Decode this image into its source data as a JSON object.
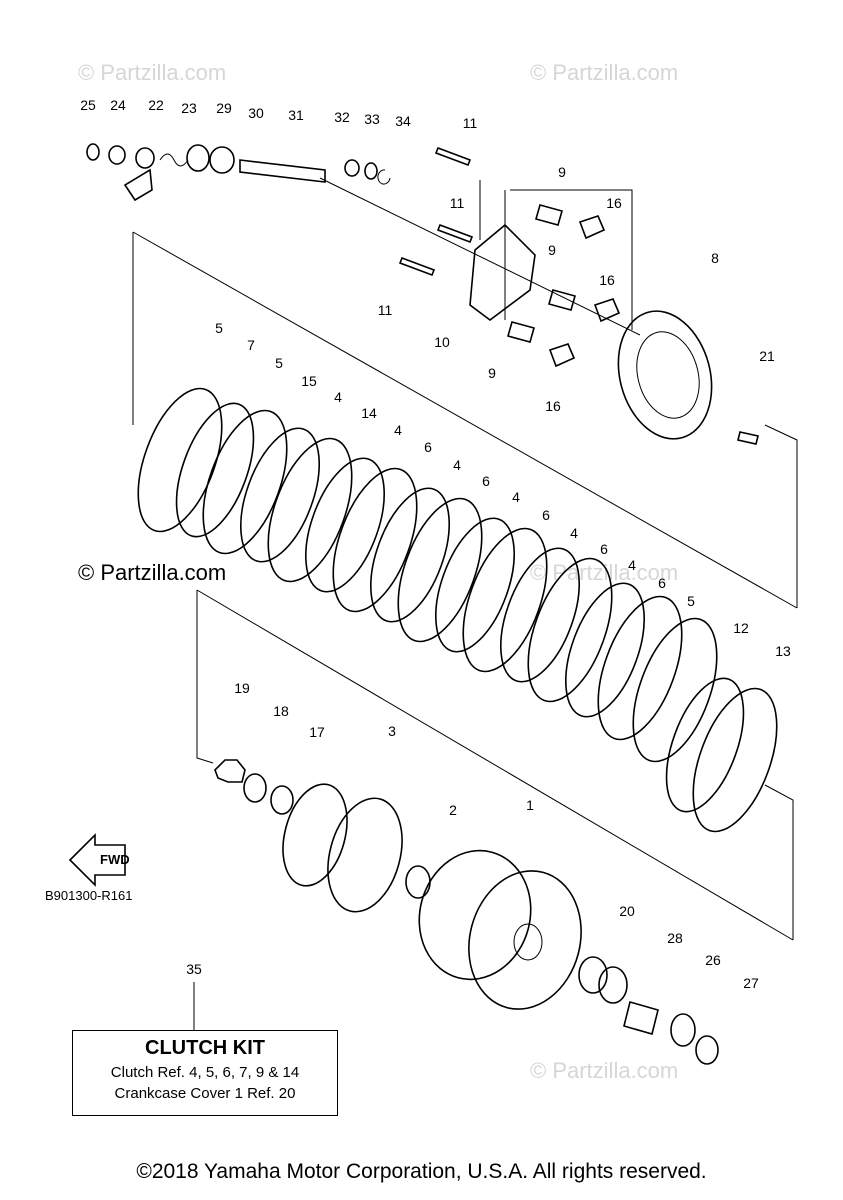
{
  "watermarks": [
    "© Partzilla.com",
    "© Partzilla.com",
    "© Partzilla.com",
    "© Partzilla.com",
    "© Partzilla.com"
  ],
  "reference_code": "B901300-R161",
  "fwd_label": "FWD",
  "kit": {
    "title": "CLUTCH KIT",
    "line1": "Clutch Ref. 4, 5, 6, 7, 9 & 14",
    "line2": "Crankcase Cover 1 Ref. 20"
  },
  "copyright": "©2018 Yamaha Motor Corporation, U.S.A. All rights reserved.",
  "callouts": [
    "25",
    "24",
    "22",
    "23",
    "29",
    "30",
    "31",
    "32",
    "33",
    "34",
    "11",
    "11",
    "11",
    "9",
    "9",
    "9",
    "16",
    "16",
    "16",
    "10",
    "8",
    "21",
    "5",
    "7",
    "5",
    "15",
    "4",
    "14",
    "4",
    "6",
    "4",
    "6",
    "4",
    "6",
    "4",
    "6",
    "4",
    "6",
    "5",
    "12",
    "13",
    "19",
    "18",
    "17",
    "3",
    "2",
    "1",
    "20",
    "28",
    "26",
    "27",
    "35"
  ]
}
